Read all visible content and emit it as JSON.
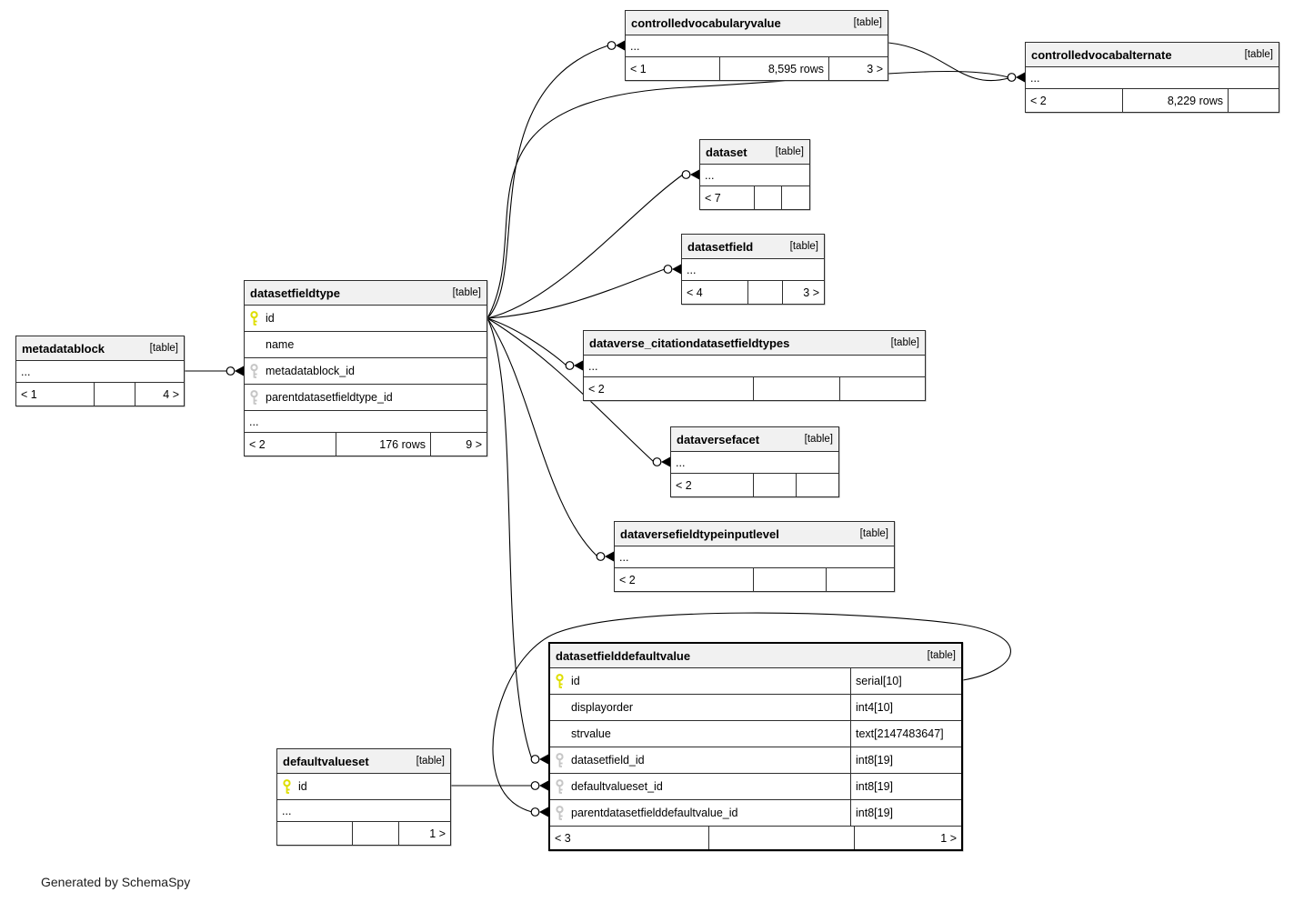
{
  "page": {
    "footer_note": "Generated by SchemaSpy"
  },
  "colors": {
    "header_bg": "#f1f1f1",
    "border": "#2e2e2e",
    "primary_key": "#dede00",
    "foreign_key": "#c6c6c6",
    "edge": "#000000"
  },
  "tables": [
    {
      "name": "controlledvocabularyvalue",
      "tag": "[table]",
      "columns": [
        {
          "name": "...",
          "ellipsis": true
        }
      ],
      "footer": [
        "< 1",
        "8,595 rows",
        "3 >"
      ]
    },
    {
      "name": "controlledvocabalternate",
      "tag": "[table]",
      "columns": [
        {
          "name": "...",
          "ellipsis": true
        }
      ],
      "footer": [
        "< 2",
        "8,229 rows",
        ""
      ]
    },
    {
      "name": "dataset",
      "tag": "[table]",
      "columns": [
        {
          "name": "...",
          "ellipsis": true
        }
      ],
      "footer": [
        "< 7",
        "",
        ""
      ]
    },
    {
      "name": "datasetfield",
      "tag": "[table]",
      "columns": [
        {
          "name": "...",
          "ellipsis": true
        }
      ],
      "footer": [
        "< 4",
        "",
        "3 >"
      ]
    },
    {
      "name": "dataverse_citationdatasetfieldtypes",
      "tag": "[table]",
      "columns": [
        {
          "name": "...",
          "ellipsis": true
        }
      ],
      "footer": [
        "< 2",
        "",
        ""
      ]
    },
    {
      "name": "dataversefacet",
      "tag": "[table]",
      "columns": [
        {
          "name": "...",
          "ellipsis": true
        }
      ],
      "footer": [
        "< 2",
        "",
        ""
      ]
    },
    {
      "name": "dataversefieldtypeinputlevel",
      "tag": "[table]",
      "columns": [
        {
          "name": "...",
          "ellipsis": true
        }
      ],
      "footer": [
        "< 2",
        "",
        ""
      ]
    },
    {
      "name": "datasetfieldtype",
      "tag": "[table]",
      "columns": [
        {
          "name": "id",
          "key": "pk"
        },
        {
          "name": "name"
        },
        {
          "name": "metadatablock_id",
          "key": "fk"
        },
        {
          "name": "parentdatasetfieldtype_id",
          "key": "fk"
        },
        {
          "name": "...",
          "ellipsis": true
        }
      ],
      "footer": [
        "< 2",
        "176 rows",
        "9 >"
      ]
    },
    {
      "name": "metadatablock",
      "tag": "[table]",
      "columns": [
        {
          "name": "...",
          "ellipsis": true
        }
      ],
      "footer": [
        "< 1",
        "",
        "4 >"
      ]
    },
    {
      "name": "datasetfielddefaultvalue",
      "tag": "[table]",
      "emphasized": true,
      "columns": [
        {
          "name": "id",
          "key": "pk",
          "type": "serial[10]"
        },
        {
          "name": "displayorder",
          "type": "int4[10]"
        },
        {
          "name": "strvalue",
          "type": "text[2147483647]"
        },
        {
          "name": "datasetfield_id",
          "key": "fk",
          "type": "int8[19]"
        },
        {
          "name": "defaultvalueset_id",
          "key": "fk",
          "type": "int8[19]"
        },
        {
          "name": "parentdatasetfielddefaultvalue_id",
          "key": "fk",
          "type": "int8[19]"
        }
      ],
      "footer": [
        "< 3",
        "",
        "1 >"
      ]
    },
    {
      "name": "defaultvalueset",
      "tag": "[table]",
      "columns": [
        {
          "name": "id",
          "key": "pk"
        },
        {
          "name": "...",
          "ellipsis": true
        }
      ],
      "footer": [
        "",
        "",
        "1 >"
      ]
    }
  ]
}
